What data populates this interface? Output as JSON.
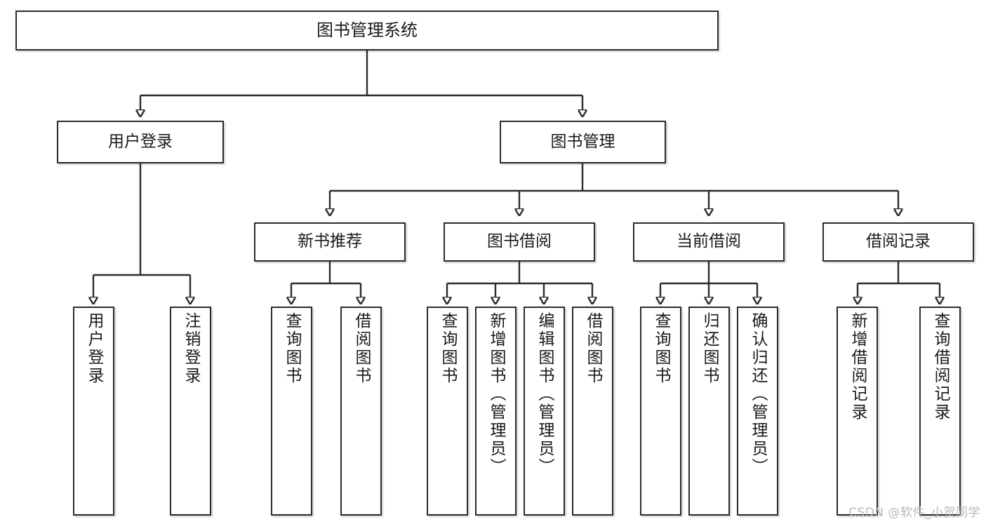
{
  "diagram": {
    "title": "图书管理系统",
    "watermark": "CSDN @软件_小贺同学",
    "colors": {
      "box_border": "#2b2b2b",
      "box_fill": "#ffffff",
      "line": "#2b2b2b",
      "text": "#1a1a1a",
      "watermark": "#b9b9b9"
    },
    "levels": {
      "root": {
        "label": "图书管理系统"
      },
      "level2": [
        {
          "label": "用户登录"
        },
        {
          "label": "图书管理"
        }
      ],
      "level3": [
        {
          "label": "新书推荐"
        },
        {
          "label": "图书借阅"
        },
        {
          "label": "当前借阅"
        },
        {
          "label": "借阅记录"
        }
      ],
      "leaves": {
        "user_login": [
          {
            "label": "用户登录"
          },
          {
            "label": "注销登录"
          }
        ],
        "new_book_recommend": [
          {
            "label": "查询图书"
          },
          {
            "label": "借阅图书"
          }
        ],
        "book_borrow": [
          {
            "label": "查询图书"
          },
          {
            "label": "新增图书（管理员）"
          },
          {
            "label": "编辑图书（管理员）"
          },
          {
            "label": "借阅图书"
          }
        ],
        "current_borrow": [
          {
            "label": "查询图书"
          },
          {
            "label": "归还图书"
          },
          {
            "label": "确认归还（管理员）"
          }
        ],
        "borrow_record": [
          {
            "label": "新增借阅记录"
          },
          {
            "label": "查询借阅记录"
          }
        ]
      }
    }
  }
}
